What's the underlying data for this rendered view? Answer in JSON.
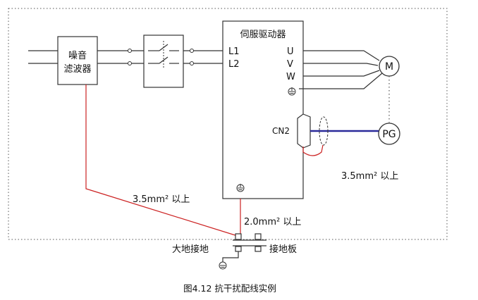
{
  "diagram": {
    "noise_filter_label_line1": "噪音",
    "noise_filter_label_line2": "滤波器",
    "servo_drive_title": "伺服驱动器",
    "input_terminal_1": "L1",
    "input_terminal_2": "L2",
    "output_terminal_u": "U",
    "output_terminal_v": "V",
    "output_terminal_w": "W",
    "cn2_label": "CN2",
    "motor_label": "M",
    "encoder_label": "PG",
    "wire_spec_filter_ground": "3.5mm² 以上",
    "wire_spec_drive_ground": "2.0mm² 以上",
    "wire_spec_motor": "3.5mm² 以上",
    "earth_ground_label": "大地接地",
    "ground_plate_label": "接地板"
  },
  "caption": "图4.12  抗干扰配线实例",
  "colors": {
    "line": "#333333",
    "red_wire": "#cc2222",
    "blue_cable": "#2a2a9a",
    "dotted_border": "#555555"
  }
}
